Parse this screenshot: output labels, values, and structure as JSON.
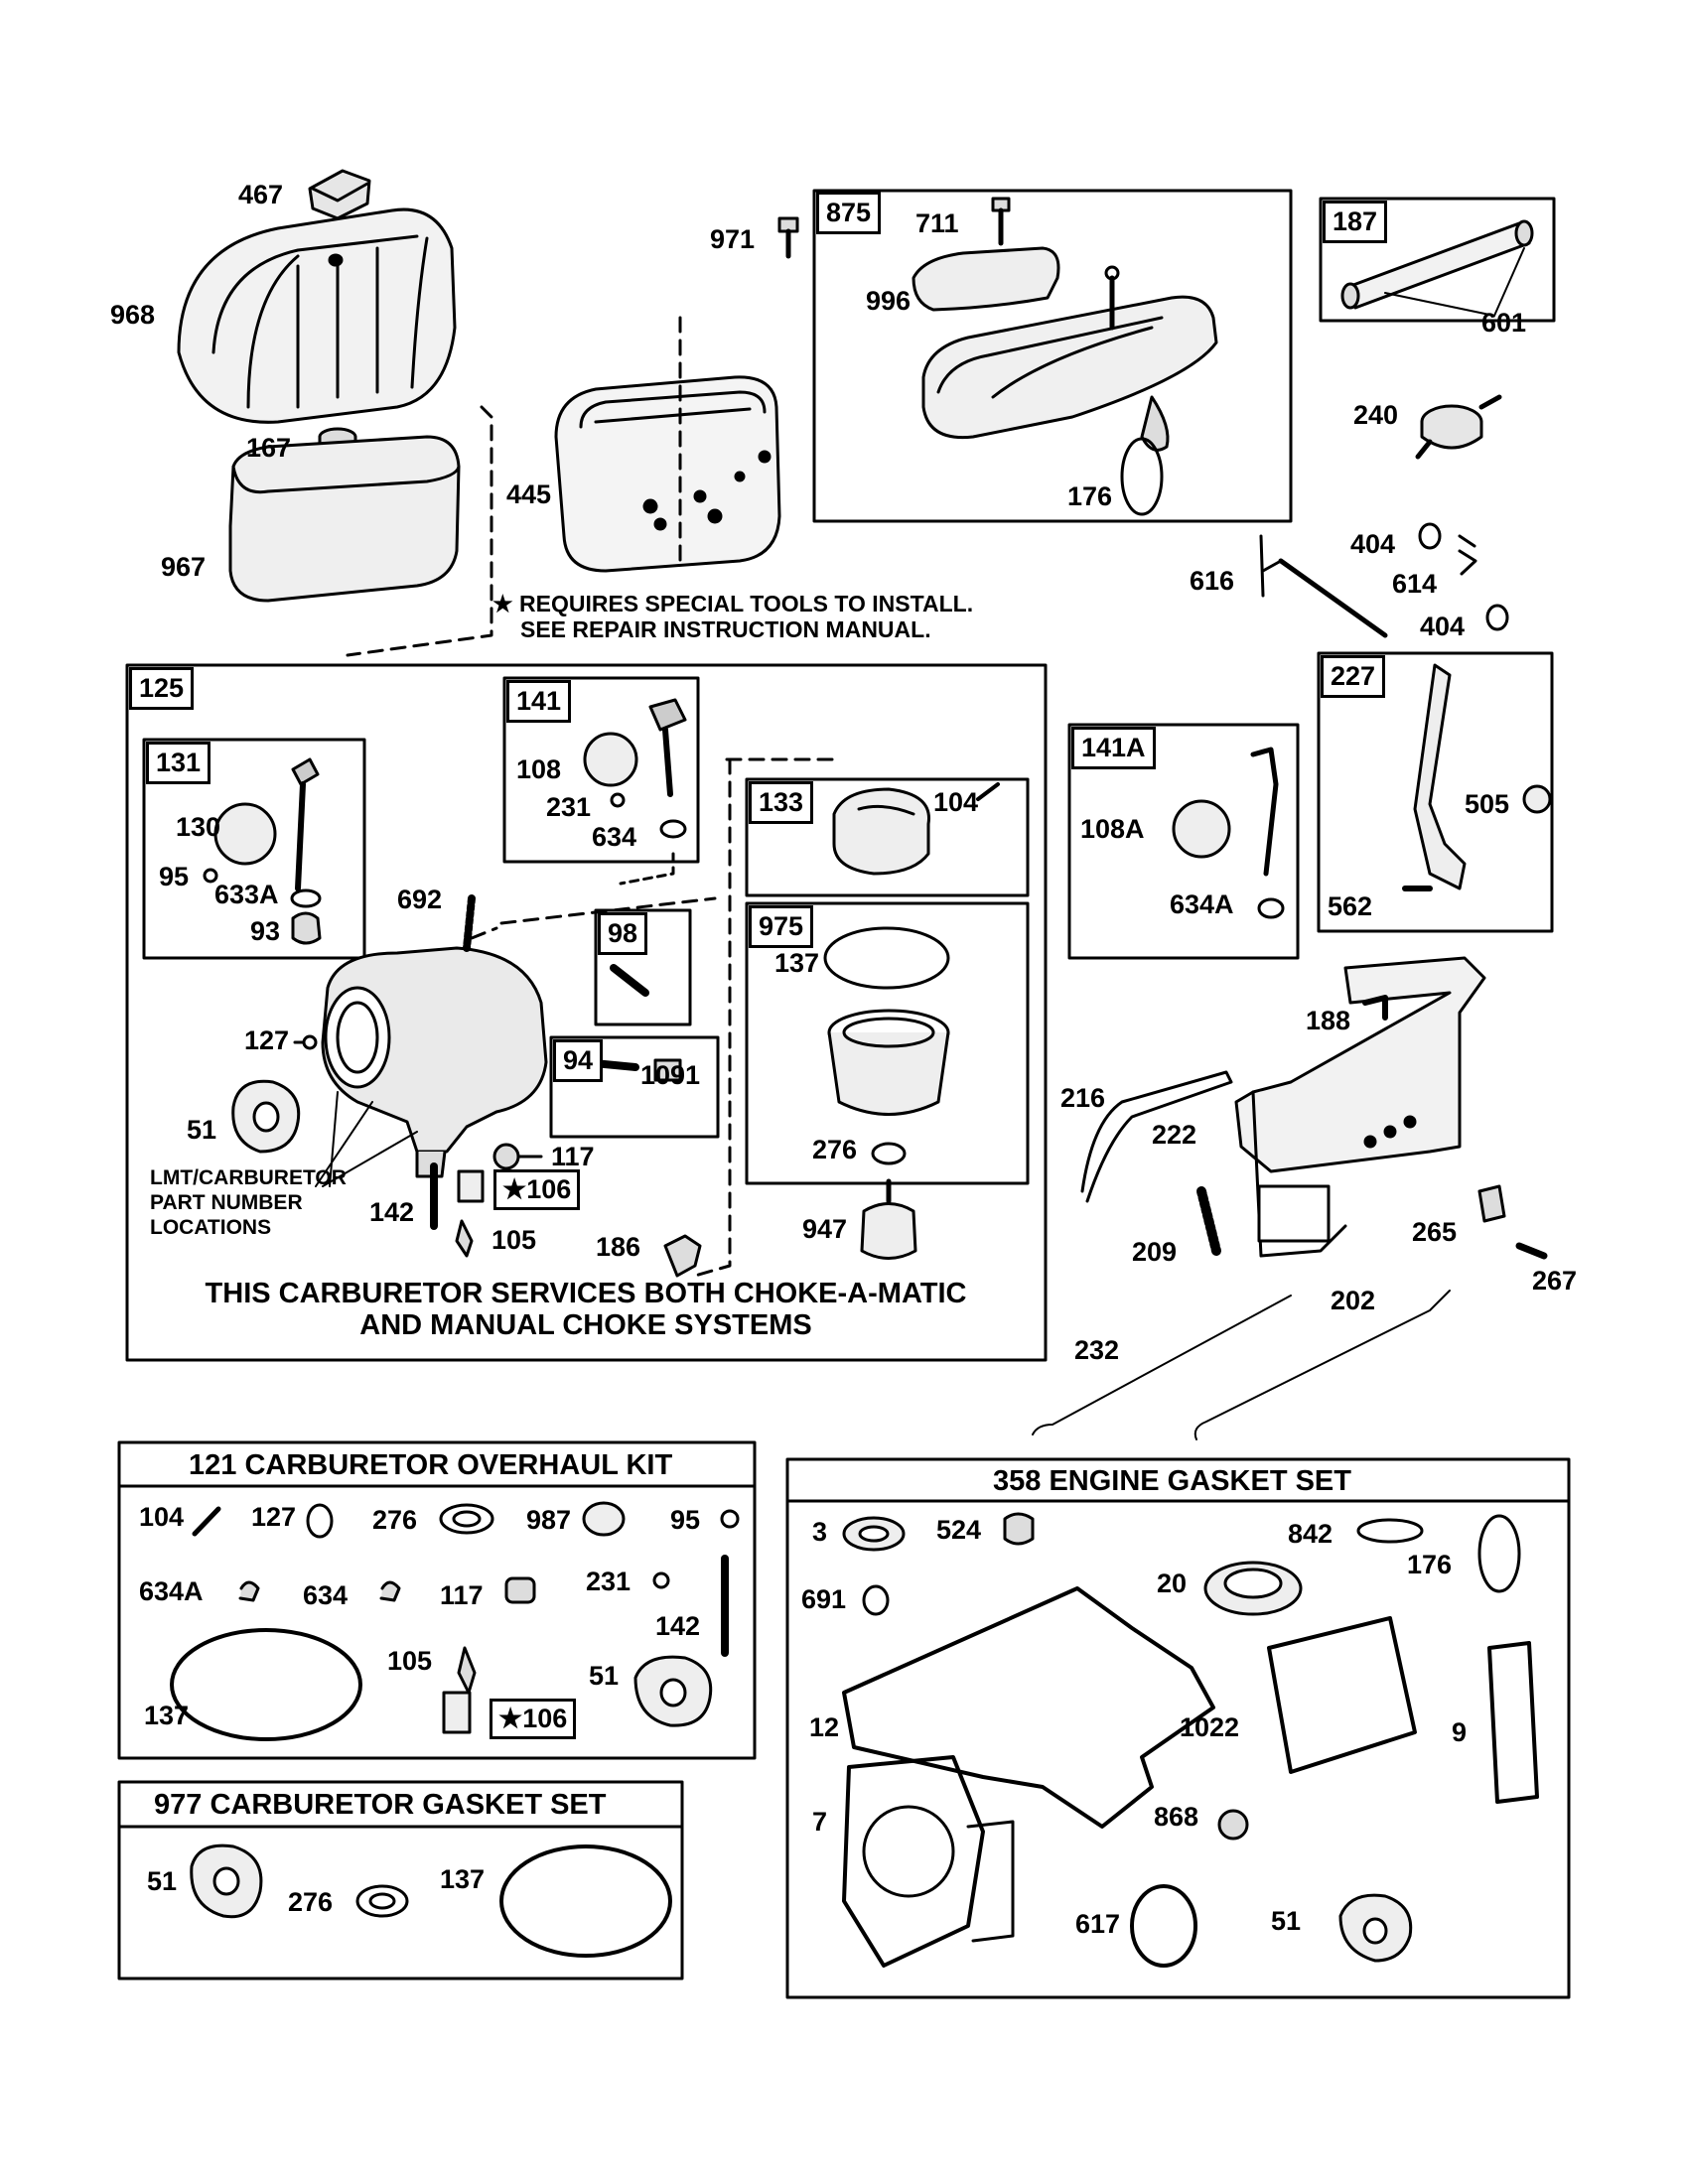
{
  "note": {
    "line1": "★ REQUIRES SPECIAL TOOLS TO INSTALL.",
    "line2": "SEE REPAIR INSTRUCTION MANUAL."
  },
  "labels": {
    "p467": "467",
    "p968": "968",
    "p167": "167",
    "p967": "967",
    "p445": "445",
    "p971": "971",
    "p711": "711",
    "p996": "996",
    "p176": "176",
    "p601": "601",
    "p240": "240",
    "p404a": "404",
    "p614": "614",
    "p404b": "404",
    "p616": "616",
    "p130": "130",
    "p95": "95",
    "p633a": "633A",
    "p93": "93",
    "p108": "108",
    "p231": "231",
    "p634": "634",
    "p104": "104",
    "p137": "137",
    "p276": "276",
    "p947": "947",
    "p692": "692",
    "p127": "127",
    "p51": "51",
    "p1091": "1091",
    "p117": "117",
    "p142": "142",
    "p105": "105",
    "p186": "186",
    "p108a": "108A",
    "p634a": "634A",
    "p505": "505",
    "p562": "562",
    "p188": "188",
    "p216": "216",
    "p222": "222",
    "p209": "209",
    "p265": "265",
    "p267": "267",
    "p202": "202",
    "p232": "232",
    "star106": "★106"
  },
  "boxes": {
    "b875": "875",
    "b187": "187",
    "b125": "125",
    "b131": "131",
    "b141": "141",
    "b133": "133",
    "b975": "975",
    "b98": "98",
    "b94": "94",
    "b141a": "141A",
    "b227": "227"
  },
  "lmt_note": {
    "line1": "LMT/CARBURETOR",
    "line2": "PART NUMBER",
    "line3": "LOCATIONS"
  },
  "carb_caption": {
    "line1": "THIS CARBURETOR SERVICES BOTH CHOKE-A-MATIC",
    "line2": "AND MANUAL CHOKE SYSTEMS"
  },
  "kit121": {
    "title": "121 CARBURETOR OVERHAUL KIT",
    "l104": "104",
    "l127": "127",
    "l276": "276",
    "l987": "987",
    "l95": "95",
    "l634a": "634A",
    "l634": "634",
    "l117": "117",
    "l231": "231",
    "l142": "142",
    "l105": "105",
    "l51": "51",
    "l137": "137",
    "l106": "★106"
  },
  "kit977": {
    "title": "977 CARBURETOR GASKET SET",
    "l51": "51",
    "l276": "276",
    "l137": "137"
  },
  "kit358": {
    "title": "358 ENGINE GASKET SET",
    "l3": "3",
    "l524": "524",
    "l842": "842",
    "l176": "176",
    "l691": "691",
    "l20": "20",
    "l12": "12",
    "l1022": "1022",
    "l9": "9",
    "l7": "7",
    "l868": "868",
    "l617": "617",
    "l51": "51"
  }
}
